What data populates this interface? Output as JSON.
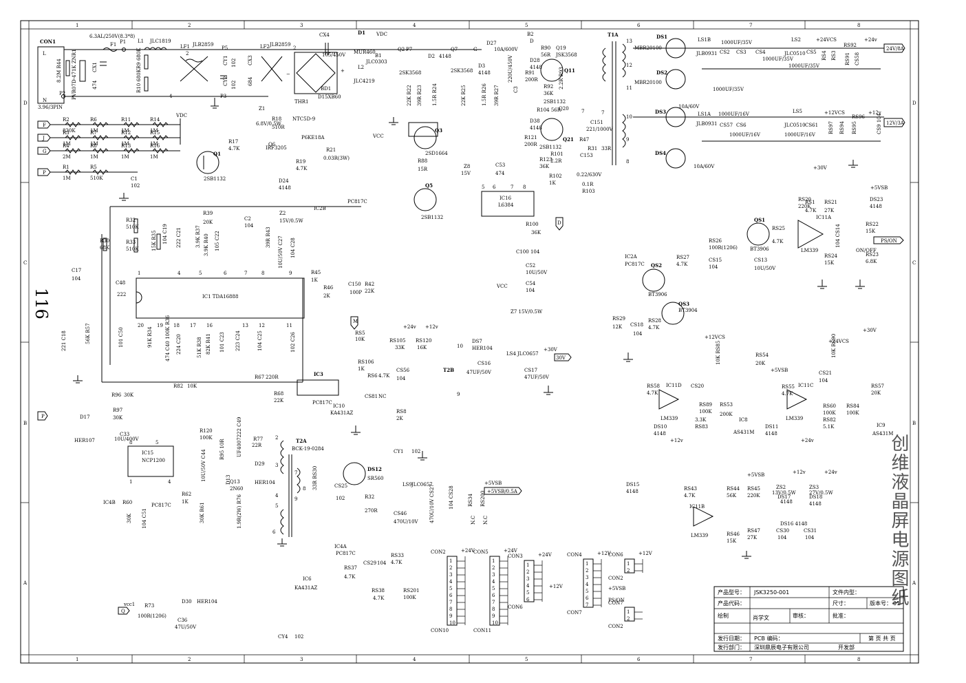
{
  "page_number": "116",
  "vertical_title": "创维液晶屏电源图纸",
  "grid": {
    "columns": [
      "1",
      "2",
      "3",
      "4",
      "5",
      "6",
      "7",
      "8"
    ],
    "rows": [
      "D",
      "C",
      "B",
      "A"
    ]
  },
  "components": {
    "ic1": "IC1   TDA16888",
    "ic15": [
      "IC15",
      "NCP1200"
    ],
    "ic16": [
      "IC16",
      "L6384"
    ],
    "ic3": "IC3",
    "ic3_part": "PC817C",
    "ic10": [
      "IC10",
      "KA431AZ"
    ],
    "ic2a": [
      "IC2A",
      "PC817C"
    ],
    "ic2b": [
      "IC2B",
      "PC817C"
    ],
    "ic4a": [
      "IC4A",
      "PC817C"
    ],
    "ic4b": [
      "IC4B",
      "PC817C"
    ],
    "ic6": [
      "IC6",
      "KA431AZ"
    ],
    "ic11a": [
      "IC11A",
      "LM339"
    ],
    "ic11b": [
      "IC11B",
      "LM339"
    ],
    "ic11c": [
      "IC11C",
      "LM339"
    ],
    "ic11d": [
      "IC11D",
      "LM339"
    ],
    "ic8": [
      "IC8",
      "AS431M"
    ],
    "ic9": [
      "IC9",
      "AS431M"
    ],
    "t1a": "T1A",
    "t2a": [
      "T2A",
      "BCK-19-0284"
    ],
    "t2b": "T2B",
    "bd1": [
      "BD1",
      "D15XB60"
    ],
    "f1": [
      "F1",
      "6.3AL/250V(8.3*8)"
    ],
    "con1": [
      "CON1",
      "3.96/3PIN"
    ],
    "ds1": [
      "DS1",
      "MBR20100"
    ],
    "ds2": [
      "DS2",
      "MBR20100"
    ],
    "ds3": [
      "DS3",
      "10A/60V"
    ],
    "ds4": [
      "DS4",
      "10A/60V"
    ],
    "ds12": [
      "DS12",
      "SR560"
    ],
    "q1": [
      "Q1",
      "2SB1132"
    ],
    "q3": [
      "Q3",
      "2SD1664"
    ],
    "q5": [
      "Q5",
      "2SB1132"
    ],
    "q6": [
      "Q6",
      "IRF3205"
    ],
    "q11": [
      "Q11",
      "2SB1132"
    ],
    "q21": [
      "Q21",
      "2SB1132"
    ],
    "qs1": [
      "QS1",
      "BT3906"
    ],
    "qs2": [
      "QS2",
      "BT3906"
    ],
    "qs3": [
      "QS3",
      "BT3904"
    ]
  },
  "labels": {
    "vdc": "VDC",
    "vcc": "VCC",
    "plus24vcs": "+24VCS",
    "plus24v": "+24v",
    "plus12vcs": "+12VCS",
    "plus12v": "+12v",
    "plus30v": "+30V",
    "plus5vsb": "+5VSB",
    "out_24v": "24V/8A",
    "out_12v": "12V/3A",
    "out_30v": "30V",
    "out_5vsb": "+5VSB/0.5A",
    "ps_on": "PS/ON",
    "on_off": "ON/OFF",
    "nc": "NC"
  },
  "left_inputs": [
    {
      "pin": "F",
      "r1": "R2",
      "v1": "820K",
      "r2": "R6",
      "v2": "1M",
      "r3": "R11",
      "v3": "1M",
      "r4": "R14",
      "v4": "1M"
    },
    {
      "pin": "J",
      "r1": "R3",
      "v1": "1M",
      "r2": "R7",
      "v2": "1M",
      "r3": "R12",
      "v3": "1M",
      "r4": "R15",
      "v4": "1M"
    },
    {
      "pin": "G",
      "r1": "R4",
      "v1": "2M",
      "r2": "R8",
      "v2": "1M",
      "r3": "R13",
      "v3": "1M",
      "r4": "R16",
      "v4": "1M"
    },
    {
      "pin": "P",
      "r1": "R1",
      "v1": "1M",
      "r2": "R5",
      "v2": "510K",
      "r3": "",
      "v3": "",
      "r4": "",
      "v4": ""
    }
  ],
  "connectors": [
    {
      "name": "CON2",
      "bottom": "CON10",
      "supply": "+24V"
    },
    {
      "name": "CON5",
      "bottom": "CON11",
      "supply": "+24V"
    },
    {
      "name": "CON3",
      "bottom": "CON6",
      "supply": "+24V",
      "supply2": "+12V"
    },
    {
      "name": "CON4",
      "bottom": "CON7",
      "supply": "+12V",
      "sig1": "+5VSB",
      "sig2": "PS/ON"
    },
    {
      "name": "CON6",
      "bottom": "CON2",
      "supply": "+12V"
    },
    {
      "name": "CON7",
      "bottom": "CON2",
      "supply": ""
    }
  ],
  "title_block": {
    "product_model_label": "产品型号：",
    "product_model": "JSK3250-001",
    "file_content_label": "文件内型：",
    "product_code_label": "产品代码：",
    "size_label": "尺寸：",
    "version_label": "版本号：",
    "version": "01",
    "drawn_label": "绘制",
    "drawn_by": "肖学文",
    "review_label": "审核：",
    "approve_label": "批准：",
    "issue_date_label": "发行日期：",
    "pcb_code_label": "PCB 编码：",
    "page_label": "第  页  共  页",
    "issue_dept_label": "发行部门：",
    "company": "深圳鼎辰电子有限公司",
    "dept": "开发部"
  }
}
